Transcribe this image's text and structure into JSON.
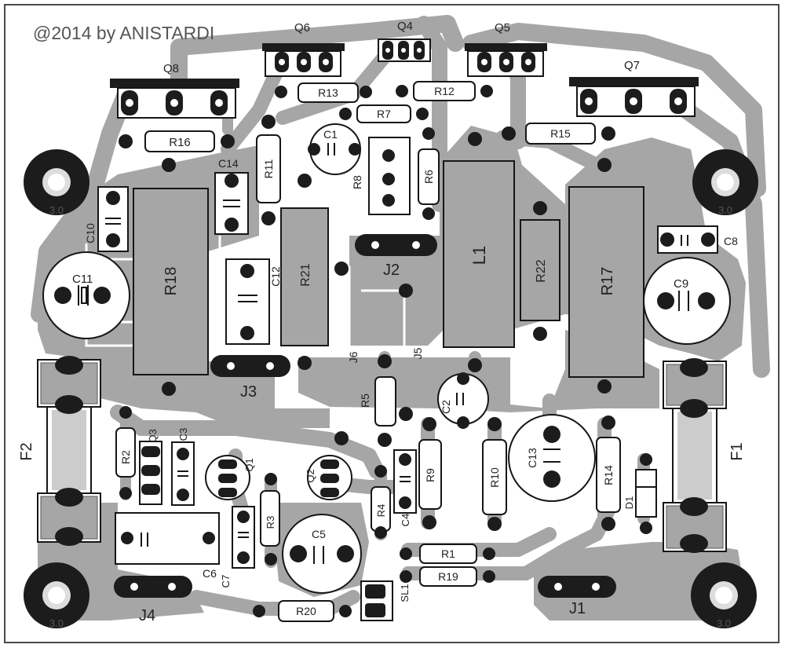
{
  "copyright": "@2014 by ANISTARDI",
  "colors": {
    "copper": "#a6a6a6",
    "pad": "#1c1c1c",
    "body": "#ffffff",
    "outline": "#161616",
    "board": "#ffffff"
  },
  "components": [
    {
      "id": "Q8",
      "label": "Q8"
    },
    {
      "id": "Q6",
      "label": "Q6"
    },
    {
      "id": "Q4",
      "label": "Q4"
    },
    {
      "id": "Q5",
      "label": "Q5"
    },
    {
      "id": "Q7",
      "label": "Q7"
    },
    {
      "id": "R16",
      "label": "R16"
    },
    {
      "id": "R13",
      "label": "R13"
    },
    {
      "id": "R12",
      "label": "R12"
    },
    {
      "id": "R7",
      "label": "R7"
    },
    {
      "id": "R15",
      "label": "R15"
    },
    {
      "id": "C1",
      "label": "C1"
    },
    {
      "id": "C14",
      "label": "C14"
    },
    {
      "id": "R11",
      "label": "R11"
    },
    {
      "id": "R8",
      "label": "R8"
    },
    {
      "id": "R6",
      "label": "R6"
    },
    {
      "id": "C10",
      "label": "C10"
    },
    {
      "id": "C11",
      "label": "C11"
    },
    {
      "id": "R18",
      "label": "R18"
    },
    {
      "id": "C12",
      "label": "C12"
    },
    {
      "id": "R21",
      "label": "R21"
    },
    {
      "id": "J2",
      "label": "J2"
    },
    {
      "id": "L1",
      "label": "L1"
    },
    {
      "id": "R22",
      "label": "R22"
    },
    {
      "id": "R17",
      "label": "R17"
    },
    {
      "id": "C8",
      "label": "C8"
    },
    {
      "id": "C9",
      "label": "C9"
    },
    {
      "id": "J3",
      "label": "J3"
    },
    {
      "id": "J6",
      "label": "J6"
    },
    {
      "id": "J5",
      "label": "J5"
    },
    {
      "id": "R5",
      "label": "R5"
    },
    {
      "id": "C2",
      "label": "C2"
    },
    {
      "id": "F2",
      "label": "F2"
    },
    {
      "id": "F1",
      "label": "F1"
    },
    {
      "id": "R2",
      "label": "R2"
    },
    {
      "id": "Q3",
      "label": "Q3"
    },
    {
      "id": "C3",
      "label": "C3"
    },
    {
      "id": "Q1",
      "label": "Q1"
    },
    {
      "id": "Q2",
      "label": "Q2"
    },
    {
      "id": "C4",
      "label": "C4"
    },
    {
      "id": "R9",
      "label": "R9"
    },
    {
      "id": "R10",
      "label": "R10"
    },
    {
      "id": "C13",
      "label": "C13"
    },
    {
      "id": "R14",
      "label": "R14"
    },
    {
      "id": "D1",
      "label": "D1"
    },
    {
      "id": "R4",
      "label": "R4"
    },
    {
      "id": "R3",
      "label": "R3"
    },
    {
      "id": "C5",
      "label": "C5"
    },
    {
      "id": "C6",
      "label": "C6"
    },
    {
      "id": "C7",
      "label": "C7"
    },
    {
      "id": "R1",
      "label": "R1"
    },
    {
      "id": "R19",
      "label": "R19"
    },
    {
      "id": "SL1",
      "label": "SL1"
    },
    {
      "id": "R20",
      "label": "R20"
    },
    {
      "id": "J4",
      "label": "J4"
    },
    {
      "id": "J1",
      "label": "J1"
    }
  ],
  "mounting_holes": [
    {
      "id": "tl",
      "label": "3.0"
    },
    {
      "id": "tr",
      "label": "3.0"
    },
    {
      "id": "bl",
      "label": "3.0"
    },
    {
      "id": "br",
      "label": "3.0"
    }
  ]
}
